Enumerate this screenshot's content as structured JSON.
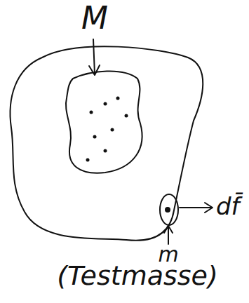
{
  "diagram": {
    "labels": [
      "M",
      "df̄",
      "m",
      "(Testmasse)"
    ]
  }
}
